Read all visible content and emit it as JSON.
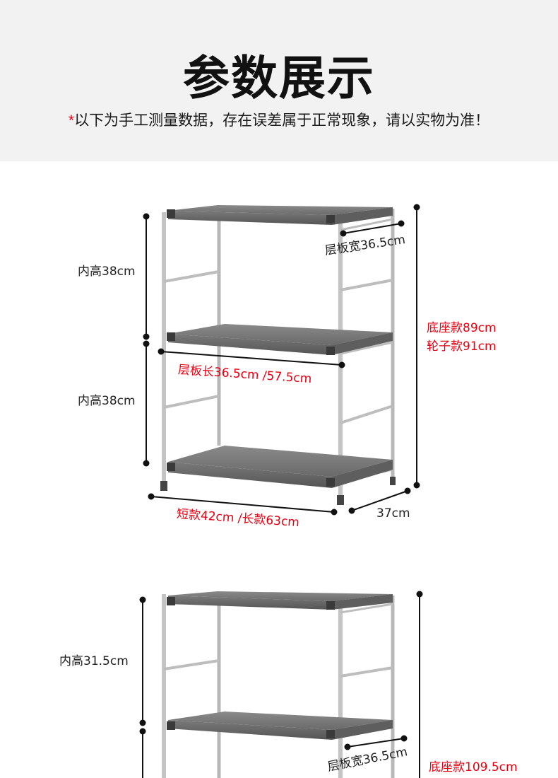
{
  "header": {
    "title": "参数展示",
    "note_star": "*",
    "note_text": "以下为手工测量数据，存在误差属于正常现象，请以实物为准！"
  },
  "product_1": {
    "inner_height_top": "内高38cm",
    "inner_height_bottom": "内高38cm",
    "shelf_width": "层板宽36.5cm",
    "shelf_length": "层板长36.5cm /57.5cm",
    "base_height": "底座款89cm",
    "wheel_height": "轮子款91cm",
    "width": "短款42cm /长款63cm",
    "depth": "37cm"
  },
  "product_2": {
    "inner_height_top": "内高31.5cm",
    "shelf_width": "层板宽36.5cm",
    "base_height": "底座款109.5cm"
  },
  "colors": {
    "header_bg": "#f2f2f2",
    "accent_red": "#e60012",
    "shelf_gray": "#707070"
  }
}
